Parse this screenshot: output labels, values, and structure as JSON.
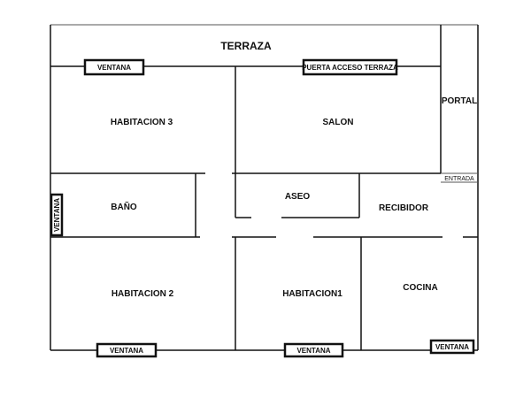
{
  "labels": {
    "terrace": "TERRAZA",
    "portal": "PORTAL",
    "entrance": "ENTRADA",
    "room_hab3": "HABITACION 3",
    "room_salon": "SALON",
    "room_bano": "BAÑO",
    "room_aseo": "ASEO",
    "room_recibidor": "RECIBIDOR",
    "room_hab2": "HABITACION 2",
    "room_hab1": "HABITACION1",
    "room_cocina": "COCINA",
    "window": "VENTANA",
    "terrace_door": "PUERTA ACCESO TERRAZA"
  },
  "colors": {
    "line": "#111111",
    "background": "#ffffff"
  }
}
